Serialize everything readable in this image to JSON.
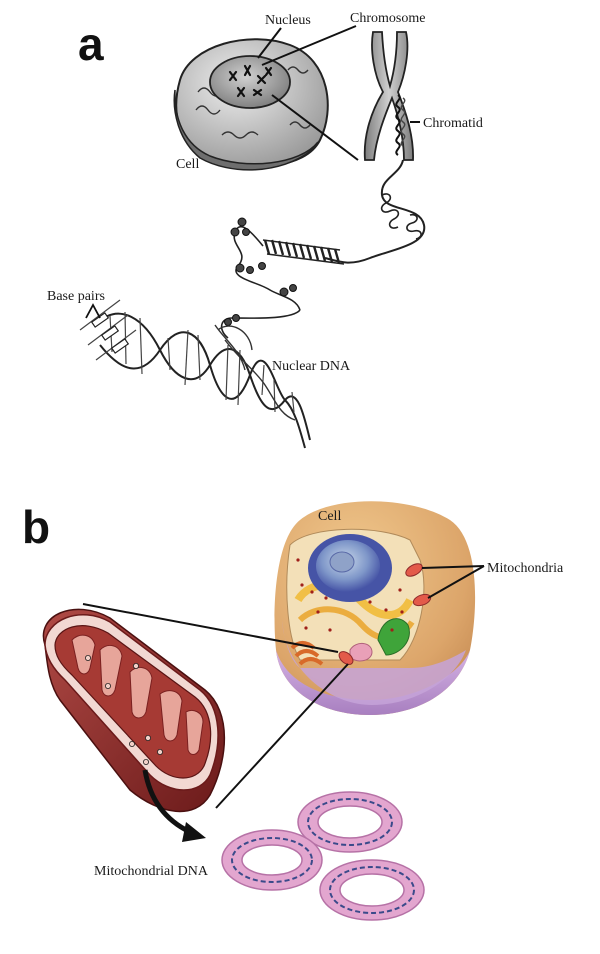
{
  "panel_a": {
    "letter": "a",
    "labels": {
      "nucleus": "Nucleus",
      "chromosome": "Chromosome",
      "chromatid": "Chromatid",
      "cell": "Cell",
      "base_pairs": "Base pairs",
      "nuclear_dna": "Nuclear DNA"
    }
  },
  "panel_b": {
    "letter": "b",
    "labels": {
      "cell": "Cell",
      "mitochondria": "Mitochondria",
      "mitochondrial_dna": "Mitochondrial DNA"
    }
  },
  "colors": {
    "outline": "#222222",
    "cell_gray": "#bdbdbd",
    "mito_red": "#8e2a2a",
    "mito_inner": "#c86a5e",
    "plasmid_pink": "#e3a6cf",
    "dna_blue": "#3a4a8a",
    "cell_orange": "#e2b070",
    "cell_purple": "#c9a6d8"
  }
}
